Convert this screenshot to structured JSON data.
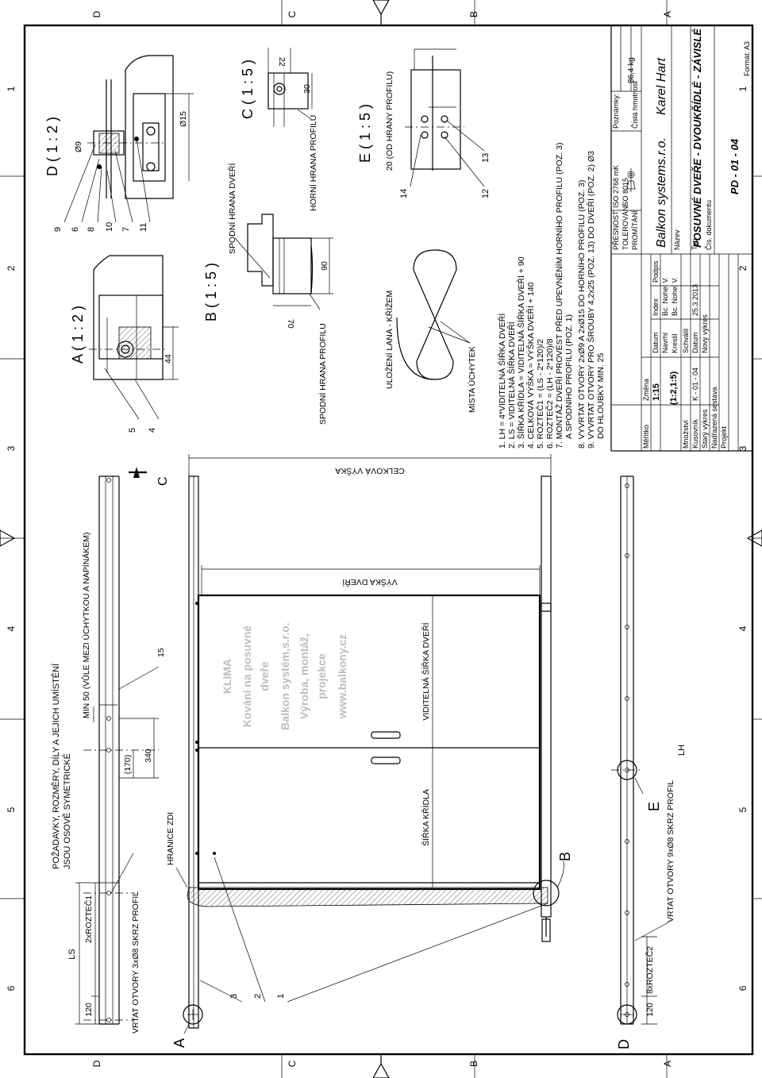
{
  "zones": {
    "rows_top": [
      "D",
      "C",
      "B",
      "A"
    ],
    "rows_bottom": [
      "D",
      "C",
      "B",
      "A"
    ],
    "cols": [
      "1",
      "2",
      "3",
      "4",
      "5",
      "6"
    ]
  },
  "notes": {
    "requirements": [
      "POŽADAVKY, ROZMĚRY, DÍLY A JEJICH UMÍSTĚNÍ",
      "JSOU OSOVĚ SYMETRICKÉ"
    ],
    "min_gap": "MIN 50 (VŮLE MEZI ÚCHYTKOU A NAPÍNÁKEM)",
    "wall_limit": "HRANICE ZDI",
    "drill_top": "VRTAT OTVORY 3xØ8 SKRZ PROFIL",
    "drill_bottom": "VRTAT OTVORY 9xØ8 SKRZ PROFIL",
    "list": [
      "1. LH = 4*VIDITELNÁ ŠÍŘKA DVEŘÍ",
      "2. LS = VIDITELNÁ ŠÍŘKA DVEŘÍ",
      "3. ŠÍŘKA KŘÍDLA = VIDITELNÁ ŠÍŘKA DVEŘÍ + 90",
      "4. CELKOVÁ VÝŠKA = VÝŠKA DVEŘÍ + 140",
      "5. ROZTEČ1 = (LS - 2*120)/2",
      "6. ROZTEČ2 = (LH - 2*120)/8",
      "7. MONTÁŽ DVEŘÍ PROVÉST PŘED UPEVNĚNÍM HORNÍHO PROFILU (POZ. 3)",
      "A SPODNÍHO PROFILU (POZ. 1)",
      "8. VYVRTAT OTVORY 2xØ9 A 2xØ15 DO HORNÍHO PROFILU (POZ. 3)",
      "9. VYVRTAT OTVORY PRO ŠROUBY 4,2x25 (POZ. 13) DO DVEŘÍ (POZ. 2) Ø3",
      "DO HLOUBKY MIN. 25"
    ]
  },
  "dims": {
    "ls": "LS",
    "lh": "LH",
    "pitch1": "2xROZTEČ1",
    "pitch2": "8xROZTEČ2",
    "d120": "120",
    "d340": "340",
    "d170": "(170)",
    "d15": "15",
    "total_height": "CELKOVÁ VÝŠKA",
    "door_height": "VÝŠKA DVEŘÍ",
    "visible_width": "VIDITELNÁ ŠÍŘKA DVEŘÍ",
    "leaf_width": "ŠÍŘKA KŘÍDLA"
  },
  "watermark": [
    "KLIMA",
    "Kování na posuvné",
    "dveře",
    "Balkon systém,s.r.o.",
    "Výroba, montáž,",
    "projekce",
    "www.balkony.cz"
  ],
  "views": {
    "a": "A ( 1 : 2 )",
    "d": "D ( 1 : 2 )",
    "b": "B ( 1 : 5 )",
    "c": "C ( 1 : 5 )",
    "e": "E ( 1 : 5 )",
    "a_dim": "44",
    "d_dim9": "Ø9",
    "d_dim15": "Ø15",
    "b_top_edge": "SPODNÍ HRANA DVEŘÍ",
    "b_profile": "SPODNÍ HRANA PROFILU",
    "b_dim90": "90",
    "b_dim70": "70",
    "c_profile": "HORNÍ HRANA PROFILU",
    "c_dim22": "22",
    "c_dim30": "30",
    "e_note": "20 (OD HRANY PROFILU)",
    "rope": "ULOŽENÍ LANA - KŘÍŽEM",
    "grips": "MÍSTA ÚCHYTEK"
  },
  "markers": {
    "a": "A",
    "b": "B",
    "c": "C",
    "d": "D",
    "e": "E"
  },
  "balloons": {
    "a": [
      "5",
      "4"
    ],
    "d": [
      "9",
      "6",
      "8",
      "10",
      "7",
      "11"
    ],
    "e": [
      "14",
      "12",
      "13"
    ],
    "main": [
      "3",
      "2",
      "1"
    ]
  },
  "title_block": {
    "precision_label": "PŘESNOST",
    "precision": "ISO 2768 mK",
    "tolerance_label": "TOLEROVÁNÍ",
    "tolerance": "ISO 8015",
    "projection_label": "PROMÍTÁNÍ",
    "notes_label": "Poznámky:",
    "mass_label": "Čistá hmotnost",
    "mass": "86,4 kg",
    "company": "Balkon systems.r.o.",
    "author": "Karel Hart",
    "scale_label": "Měřítko",
    "scale": "1:15",
    "scale_detail": "(1:2,1:5)",
    "change_label": "Změna",
    "date_label": "Datum",
    "index_label": "Index",
    "sign_label": "Podpis",
    "designed": "Navrhl",
    "designer": "Bc. Nohel V.",
    "drawn": "Kreslil",
    "drafter": "Bc. Nohel V.",
    "qty_label": "Množství",
    "approved": "Schválil",
    "piece_label": "Kusovník",
    "piece": "K - 01 - 04",
    "date2": "Datum",
    "date_value": "25.3.2013",
    "old_label": "Starý výkres",
    "new_label": "Nový výkres",
    "assembly_label": "Nadřazená sestava",
    "project_label": "Projekt",
    "name_label": "Název",
    "name": "POSUVNÉ DVEŘE - DVOUKŘÍDLÉ - ZÁVISLÉ",
    "type_label": "Typ",
    "doc_label": "Čís. dokumentu",
    "doc": "PD - 01 - 04",
    "format": "Formát: A3"
  }
}
